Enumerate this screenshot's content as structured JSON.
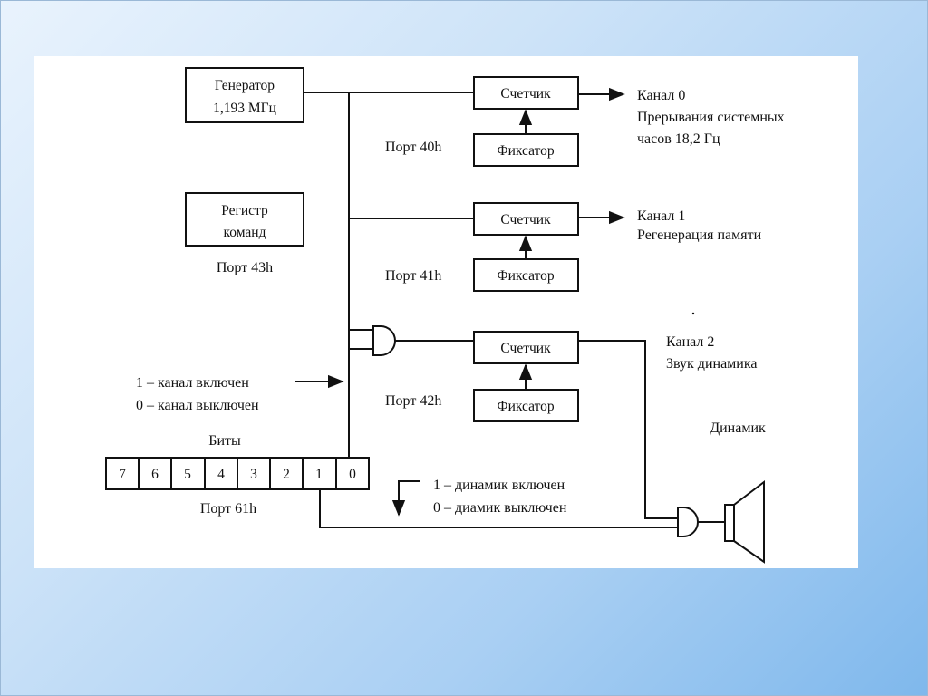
{
  "generator": {
    "line1": "Генератор",
    "line2": "1,193 МГц"
  },
  "cmd_register": {
    "line1": "Регистр",
    "line2": "команд",
    "port": "Порт 43h"
  },
  "channels": [
    {
      "counter": "Счетчик",
      "latch": "Фиксатор",
      "port": "Порт 40h",
      "title": "Канал 0",
      "desc1": "Прерывания системных",
      "desc2": "часов 18,2 Гц"
    },
    {
      "counter": "Счетчик",
      "latch": "Фиксатор",
      "port": "Порт 41h",
      "title": "Канал 1",
      "desc1": "Регенерация памяти",
      "desc2": ""
    },
    {
      "counter": "Счетчик",
      "latch": "Фиксатор",
      "port": "Порт 42h",
      "title": "Канал 2",
      "desc1": "Звук динамика",
      "desc2": ""
    }
  ],
  "gate_note": {
    "on": "1 – канал включен",
    "off": "0 – канал выключен"
  },
  "bits": {
    "title": "Биты",
    "values": [
      "7",
      "6",
      "5",
      "4",
      "3",
      "2",
      "1",
      "0"
    ],
    "port": "Порт 61h"
  },
  "speaker_note": {
    "on": "1 – динамик включен",
    "off": "0 – диамик выключен"
  },
  "speaker_label": "Динамик"
}
